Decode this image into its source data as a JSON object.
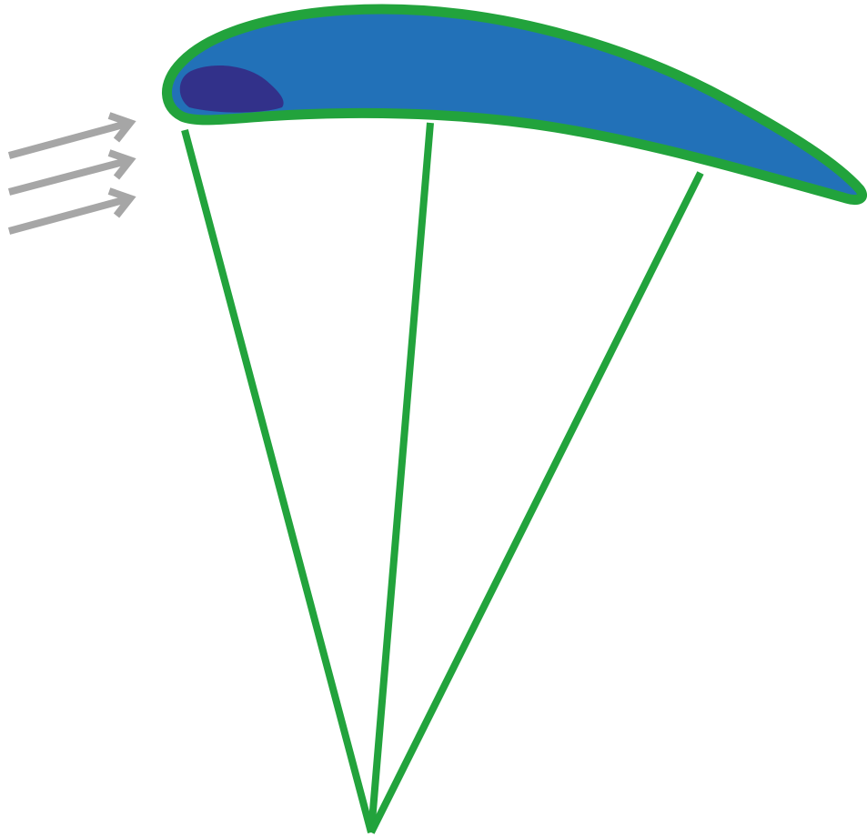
{
  "diagram": {
    "colors": {
      "outline": "#22a33c",
      "canopy_fill": "#2271b8",
      "nose_fill": "#32318a",
      "flow_arrows": "#a6a6a6",
      "background": "#ffffff"
    },
    "parts": [
      "canopy-airfoil",
      "leading-edge-pocket",
      "suspension-line-front",
      "suspension-line-middle",
      "suspension-line-rear",
      "airflow-arrow-1",
      "airflow-arrow-2",
      "airflow-arrow-3"
    ],
    "airflow_arrow_count": 3,
    "suspension_line_count": 3
  }
}
